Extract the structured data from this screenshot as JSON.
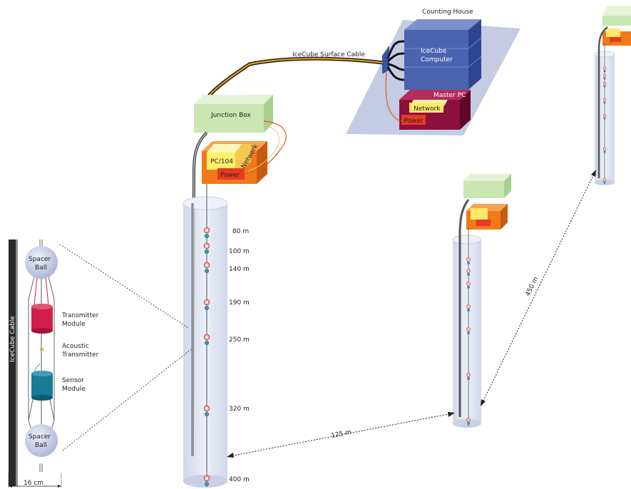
{
  "labels": {
    "counting_house": "Counting House",
    "surface_cable": "IceCube Surface Cable",
    "computer_line1": "IceCube",
    "computer_line2": "Computer",
    "master_pc": "Master PC",
    "network": "Network",
    "power": "Power",
    "junction_box": "Junction Box",
    "pc104": "PC/104",
    "icecube_cable": "IceCube Cable",
    "spacer": "Spacer",
    "ball": "Ball",
    "transmitter_module_line1": "Transmitter",
    "transmitter_module_line2": "Module",
    "acoustic_transmitter_line1": "Acoustic",
    "acoustic_transmitter_line2": "Transmitter",
    "sensor_module_line1": "Sensor",
    "sensor_module_line2": "Module",
    "width": "16 cm",
    "dist_125": "125 m",
    "dist_450": "450 m"
  },
  "depths": [
    "80 m",
    "100 m",
    "140 m",
    "190 m",
    "250 m",
    "320 m",
    "400 m"
  ],
  "colors": {
    "ice": "#dfe4f1",
    "junction_box": "#c9e6b3",
    "computer": "#4f68b5",
    "master_pc": "#9a1240",
    "pc_box": "#f07a1a",
    "network_yellow": "#fff06a",
    "power_red": "#e83a24",
    "transmitter": "#cf1e4a",
    "sensor": "#167b94",
    "spacer_ball": "#c7cde4"
  }
}
